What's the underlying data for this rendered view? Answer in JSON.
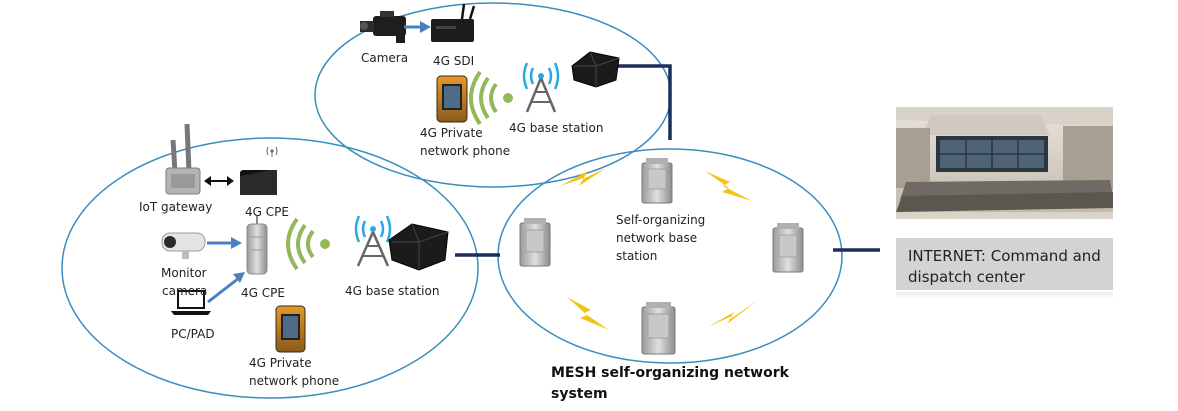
{
  "top_cluster": {
    "camera_label": "Camera",
    "sdi_label": "4G SDI",
    "phone_label_line1": "4G Private",
    "phone_label_line2": "network phone",
    "base_station_label": "4G base station"
  },
  "left_cluster": {
    "iot_gateway_label": "IoT gateway",
    "cpe_top_label": "4G CPE",
    "monitor_camera_label_line1": "Monitor",
    "monitor_camera_label_line2": "camera",
    "cpe_bottom_label": "4G CPE",
    "pc_pad_label": "PC/PAD",
    "phone_label_line1": "4G Private",
    "phone_label_line2": "network phone",
    "base_station_label": "4G base station"
  },
  "mesh_cluster": {
    "center_label_line1": "Self-organizing",
    "center_label_line2": "network base",
    "center_label_line3": "station",
    "caption_line1": "MESH self-organizing network",
    "caption_line2": "system"
  },
  "dispatch_center": {
    "label_line1": "INTERNET: Command and",
    "label_line2": "dispatch center"
  },
  "colors": {
    "ellipse_stroke": "#3a8dbd",
    "link_line": "#1a2f5a",
    "arrow_blue": "#4a7fc0",
    "wifi_green": "#93b85a",
    "antenna_blue": "#2aa9e0",
    "lightning": "#f2c318",
    "label_box": "#d3d3d3"
  }
}
